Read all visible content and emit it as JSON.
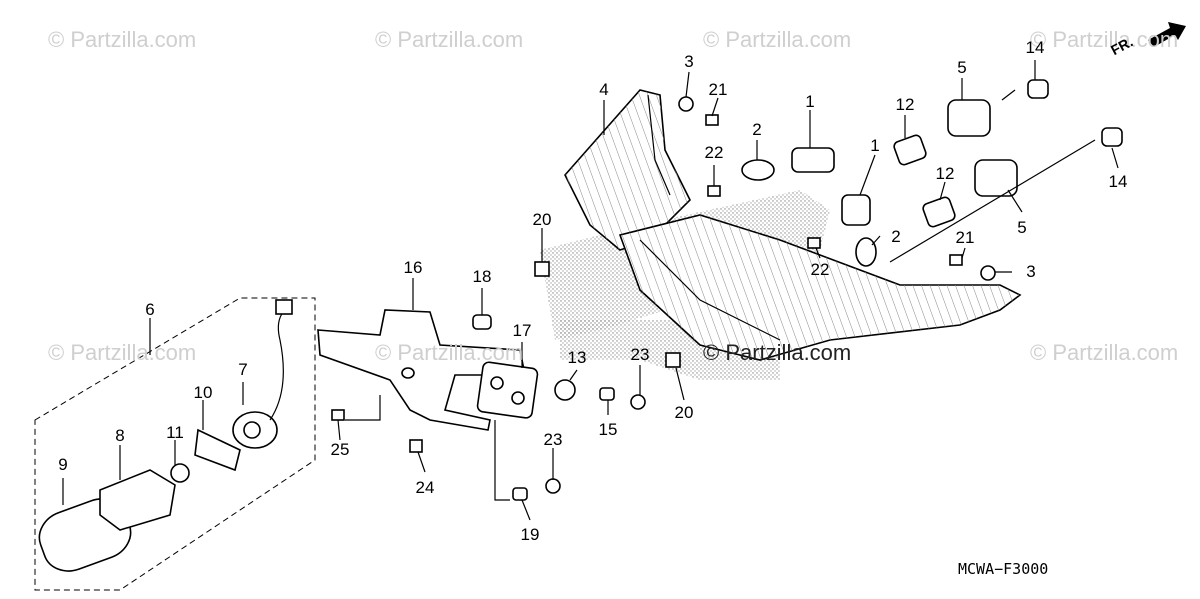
{
  "watermarks": [
    {
      "text": "© Partzilla.com"
    },
    {
      "text": "© Partzilla.com"
    },
    {
      "text": "© Partzilla.com"
    },
    {
      "text": "© Partzilla.com"
    },
    {
      "text": "© Partzilla.com"
    },
    {
      "text": "© Partzilla.com"
    },
    {
      "text": "© Partzilla.com"
    },
    {
      "text": "© Partzilla.com"
    }
  ],
  "direction_label": "FR.",
  "diagram_code": "MCWA−F3000",
  "callouts": [
    "1",
    "1",
    "2",
    "2",
    "3",
    "3",
    "4",
    "5",
    "5",
    "6",
    "7",
    "8",
    "9",
    "10",
    "11",
    "12",
    "12",
    "13",
    "14",
    "14",
    "15",
    "16",
    "17",
    "18",
    "19",
    "20",
    "20",
    "21",
    "21",
    "22",
    "22",
    "23",
    "23",
    "24",
    "25"
  ]
}
